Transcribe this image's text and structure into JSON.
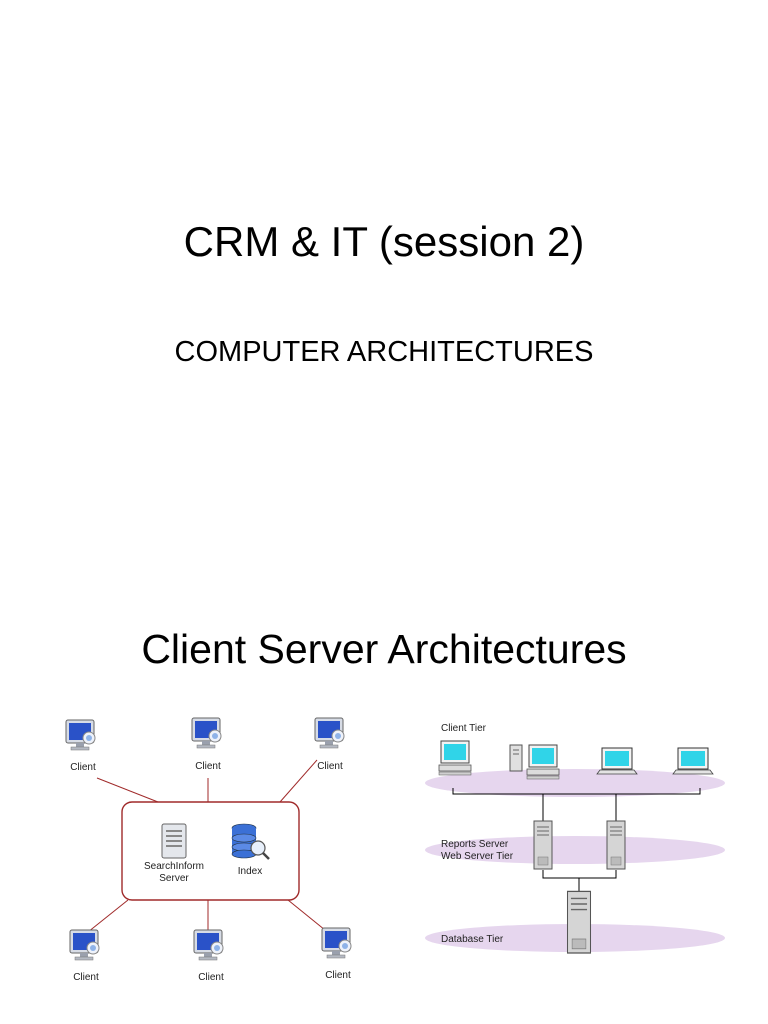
{
  "slide1": {
    "title": "CRM & IT (session 2)",
    "subtitle": "COMPUTER ARCHITECTURES"
  },
  "slide2": {
    "title": "Client Server Architectures",
    "left_diagram": {
      "client_label": "Client",
      "server_label_line1": "SearchInform",
      "server_label_line2": "Server",
      "index_label": "Index",
      "colors": {
        "border": "#a02a2a",
        "monitor": "#2a52c8"
      }
    },
    "right_diagram": {
      "client_tier": "Client Tier",
      "middle_tier_line1": "Reports Server",
      "middle_tier_line2": "Web Server Tier",
      "database_tier": "Database Tier",
      "colors": {
        "ellipse": "#e6d6ee",
        "screen": "#30d4e8"
      }
    }
  }
}
